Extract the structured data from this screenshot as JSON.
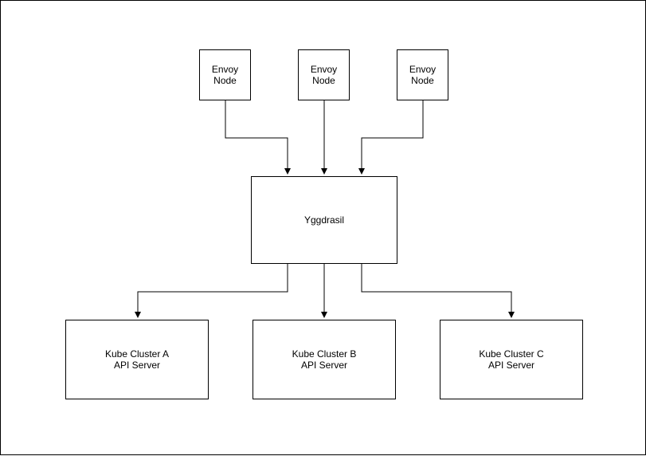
{
  "envoy_nodes": [
    {
      "line1": "Envoy",
      "line2": "Node"
    },
    {
      "line1": "Envoy",
      "line2": "Node"
    },
    {
      "line1": "Envoy",
      "line2": "Node"
    }
  ],
  "hub": {
    "label": "Yggdrasil"
  },
  "clusters": [
    {
      "line1": "Kube Cluster A",
      "line2": "API Server"
    },
    {
      "line1": "Kube Cluster B",
      "line2": "API Server"
    },
    {
      "line1": "Kube Cluster C",
      "line2": "API Server"
    }
  ],
  "colors": {
    "stroke": "#000000",
    "fill": "#ffffff",
    "text": "#000000"
  }
}
